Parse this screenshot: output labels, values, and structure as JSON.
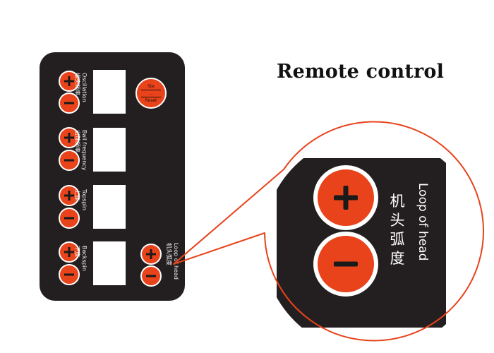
{
  "title": "Remote control",
  "panel": {
    "rows": [
      {
        "id": "oscillation",
        "en": "Oscillation",
        "cn": "摆头频率"
      },
      {
        "id": "ball-frequency",
        "en": "Ball frequency",
        "cn": "出球频率"
      },
      {
        "id": "topspin",
        "en": "Topspin",
        "cn": "上旋"
      },
      {
        "id": "backspin",
        "en": "Backspin",
        "cn": "下旋"
      }
    ],
    "loop": {
      "en": "Loop of head",
      "cn": "机头弧度"
    },
    "reset": {
      "line1": "Ste",
      "line2": "...",
      "line3": "Reset"
    }
  },
  "zoom": {
    "en": "Loop of head",
    "cn": [
      "机",
      "头",
      "弧",
      "度"
    ]
  },
  "colors": {
    "accent": "#e8431b",
    "panel": "#231f20"
  },
  "icons": {
    "plus": "plus-icon",
    "minus": "minus-icon"
  }
}
